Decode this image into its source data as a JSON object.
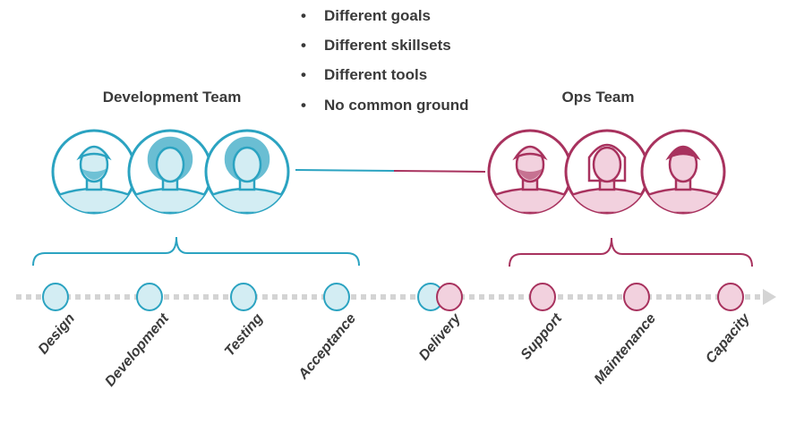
{
  "bullets": [
    "Different goals",
    "Different skillsets",
    "Different tools",
    "No common ground"
  ],
  "dev_team": {
    "title": "Development Team",
    "color": "#2ba3c1",
    "fill": "#d3edf3"
  },
  "ops_team": {
    "title": "Ops Team",
    "color": "#a8325e",
    "fill": "#f2d1de"
  },
  "stages": [
    {
      "label": "Design",
      "team": "dev"
    },
    {
      "label": "Development",
      "team": "dev"
    },
    {
      "label": "Testing",
      "team": "dev"
    },
    {
      "label": "Acceptance",
      "team": "dev"
    },
    {
      "label": "Delivery",
      "team": "both"
    },
    {
      "label": "Support",
      "team": "ops"
    },
    {
      "label": "Maintenance",
      "team": "ops"
    },
    {
      "label": "Capacity",
      "team": "ops"
    }
  ]
}
